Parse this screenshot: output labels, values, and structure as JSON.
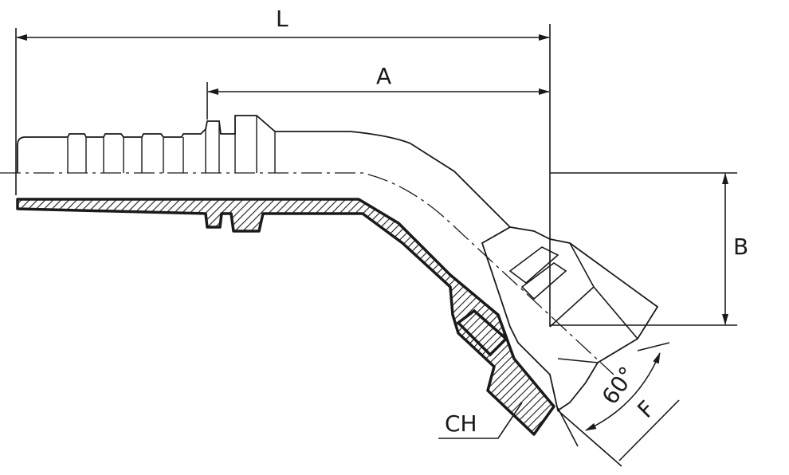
{
  "drawing": {
    "labels": {
      "length": "L",
      "insertion": "A",
      "offset": "B",
      "hex": "CH",
      "angle": "60°",
      "thread": "F"
    },
    "line_color": "#1a1a1a"
  }
}
